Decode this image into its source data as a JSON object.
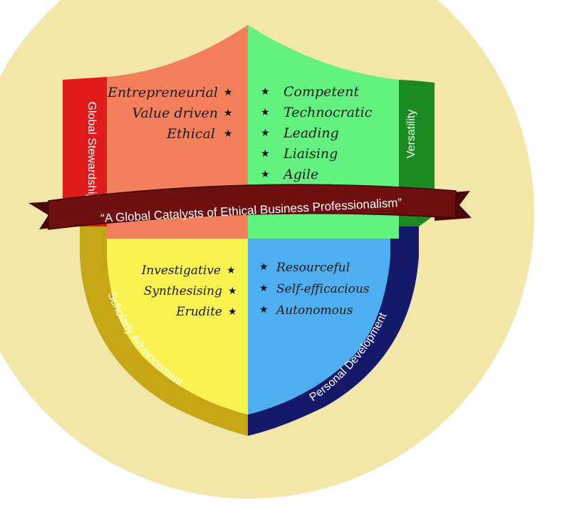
{
  "motto": "“A Global Catalysts of Ethical Business Professionalism”",
  "bands": {
    "left": "Global Stewardship",
    "right": "Versatility",
    "bottom_left": "Scholarly Advancement",
    "bottom_right": "Personal Development"
  },
  "quadrants": {
    "top_left": {
      "items": [
        "Entrepreneurial",
        "Value driven",
        "Ethical"
      ]
    },
    "top_right": {
      "items": [
        "Competent",
        "Technocratic",
        "Leading",
        "Liaising",
        "Agile"
      ]
    },
    "bottom_left": {
      "items": [
        "Investigative",
        "Synthesising",
        "Erudite"
      ]
    },
    "bottom_right": {
      "items": [
        "Resourceful",
        "Self-efficacious",
        "Autonomous"
      ]
    }
  },
  "colors": {
    "background_circle": "#f2e6a8",
    "top_left": "#f47f5c",
    "top_right": "#63f27f",
    "bottom_left": "#f9f352",
    "bottom_right": "#4eaef0",
    "band_left": "#e01b1b",
    "band_right": "#1c8a23",
    "band_bottom_left": "#c7a615",
    "band_bottom_right": "#15196a",
    "ribbon": "#6e1010"
  }
}
